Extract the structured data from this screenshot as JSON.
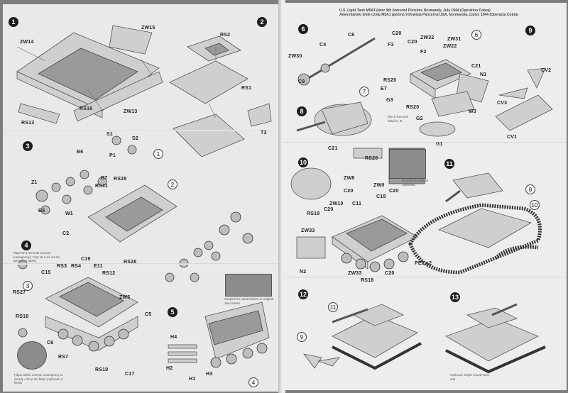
{
  "document": {
    "header_line_1": "U.S. Light Tank M5A1 (later 9th Armored Division, Normandy, July 1944 (Operation Cobra)",
    "header_line_2": "Amerykański lekki czołg M5A1 (późny) 9 Dywizja Pancerna USA, Normandia, Lipiec 1944 (Operacja Cobra)",
    "fold_note_1": "Flaps W-1 minimal (variant contingency). Flop W-1 do not be opened or glued.",
    "fold_note_2": "Flaps which extend contingency to clearly / Glue the flaps (optional or fixed)",
    "note_bottom_5": "Suspension assemblies on original 1944 tanks",
    "note_bottom_13": "Optional: single suspension unit",
    "note_step8": "RS19 Remove detail A, B",
    "note_step10": "Remove the plates (optional)"
  },
  "steps": {
    "s1": "1",
    "s2": "2",
    "s3": "3",
    "s4": "4",
    "s5": "5",
    "s6": "6",
    "s7": "7",
    "s8": "8",
    "s9": "9",
    "s10": "10",
    "s11": "11",
    "s12": "12",
    "s13": "13"
  },
  "subrefs": {
    "r1": "1",
    "r2": "2",
    "r3": "3",
    "r4": "4",
    "r6": "6",
    "r7": "7",
    "r8": "8",
    "r10": "10",
    "r11": "11",
    "r9": "9"
  },
  "labels": {
    "zw15": "ZW15",
    "zw14": "ZW14",
    "zw13": "ZW13",
    "rs16": "RS16",
    "rs13": "RS13",
    "rs2": "RS2",
    "rs1": "RS1",
    "t3": "T3",
    "s1": "S1",
    "s2": "S2",
    "b6": "B6",
    "b7": "B7",
    "p1": "P1",
    "rs28": "RS28",
    "rs11": "RS11",
    "z1": "Z1",
    "b5": "B5",
    "w1": "W1",
    "c2": "C2",
    "c19": "C19",
    "c15": "C15",
    "rs3": "RS3",
    "rs4": "RS4",
    "e11": "E11",
    "rs12": "RS12",
    "rs27": "RS27",
    "rs18": "RS18",
    "c6": "C6",
    "rs7": "RS7",
    "rs19": "RS19",
    "c17": "C17",
    "zw5": "ZW5",
    "c5": "C5",
    "h4": "H4",
    "h1": "H1",
    "h2": "H2",
    "h3": "H3",
    "c6r": "C6",
    "c4": "C4",
    "zw30": "ZW30",
    "c9": "C9",
    "c20": "C20",
    "f3": "F3",
    "f2": "F2",
    "zw32": "ZW32",
    "zw31": "ZW31",
    "zw22": "ZW22",
    "c21": "C21",
    "n1": "N1",
    "e7": "E7",
    "g3": "G3",
    "g2": "G2",
    "g1": "G1",
    "w3": "W3",
    "cv2": "CV2",
    "cv3": "CV3",
    "cv1": "CV1",
    "rs20": "RS20",
    "zw8": "ZW8",
    "zw9": "ZW9",
    "c18": "C18",
    "zw10": "ZW10",
    "c11": "C11",
    "rs18r": "RS18",
    "zw33": "ZW33",
    "n2": "N2",
    "c20b": "C20",
    "pe1": "PE1 x2"
  },
  "colors": {
    "background": "#7d7d7d",
    "paper": "#ececec",
    "ink": "#1d1d1d"
  }
}
